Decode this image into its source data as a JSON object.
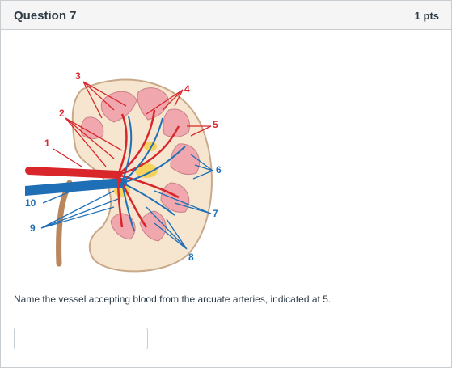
{
  "question": {
    "title": "Question 7",
    "points": "1 pts",
    "prompt": "Name the vessel accepting blood from the arcuate arteries, indicated at 5.",
    "answer_value": ""
  },
  "figure": {
    "labels": [
      "1",
      "2",
      "3",
      "4",
      "5",
      "6",
      "7",
      "8",
      "9",
      "10"
    ],
    "colors": {
      "artery": "#d8262b",
      "vein": "#1f6fb6",
      "pyramid": "#f0a7ad",
      "cortex": "#f6e6cf",
      "fat": "#f7d25a",
      "ureter": "#b9875b"
    }
  }
}
